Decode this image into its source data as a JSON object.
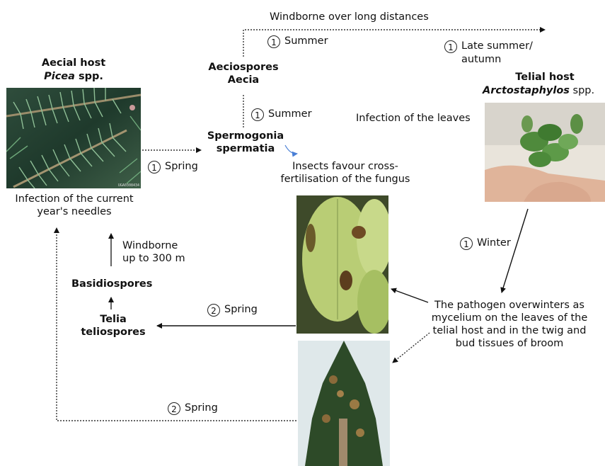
{
  "diagram": {
    "aecial_host": {
      "title": "Aecial host",
      "genus": "Picea",
      "suffix": " spp.",
      "photo_code": "UGA0308434"
    },
    "aecial_infection": {
      "line1": "Infection of the current",
      "line2": "year's needles"
    },
    "telial_host": {
      "title": "Telial host",
      "genus": "Arctostaphylos",
      "suffix": " spp."
    },
    "telial_infection": "Infection of the leaves",
    "aeciospores": {
      "line1": "Aeciospores",
      "line2": "Aecia"
    },
    "spermogonia": {
      "line1": "Spermogonia",
      "line2": "spermatia"
    },
    "insects": {
      "line1": "Insects favour cross-",
      "line2": "fertilisation of the fungus"
    },
    "windborne_long": "Windborne over long distances",
    "summer_top": {
      "num": "1",
      "label": "Summer"
    },
    "late_summer": {
      "num": "1",
      "line1": "Late summer/",
      "line2": "autumn"
    },
    "summer_mid": {
      "num": "1",
      "label": "Summer"
    },
    "spring_1": {
      "num": "1",
      "label": "Spring"
    },
    "winter": {
      "num": "1",
      "label": "Winter"
    },
    "basidiospores": "Basidiospores",
    "windborne_300": {
      "line1": "Windborne",
      "line2": "up to 300 m"
    },
    "telia": {
      "line1": "Telia",
      "line2": "teliospores"
    },
    "spring_2a": {
      "num": "2",
      "label": "Spring"
    },
    "spring_2b": {
      "num": "2",
      "label": "Spring"
    },
    "overwinter": {
      "line1": "The pathogen overwinters as",
      "line2": "mycelium on the leaves of the",
      "line3": "telial host and in the twig and",
      "line4": "bud tissues of broom"
    },
    "colors": {
      "solid_arrow": "#111111",
      "dotted_arrow": "#333333",
      "insect_arrow": "#4a7fd6"
    }
  }
}
